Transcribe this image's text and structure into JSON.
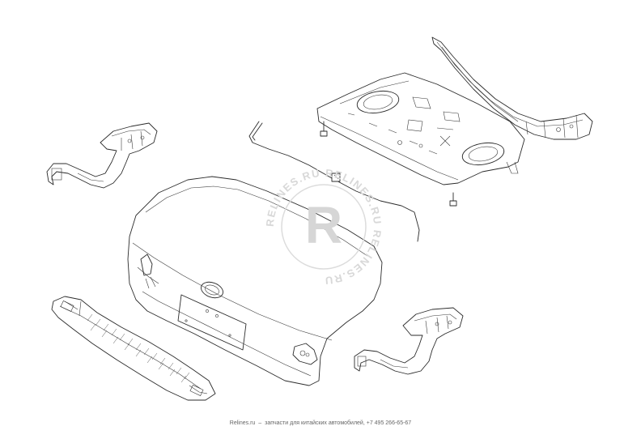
{
  "watermark": {
    "ring_text": "RELINES.RU  RELINES.RU  RELINES.RU  ",
    "letter": "R",
    "color": "#d8d8d8"
  },
  "footer": {
    "site": "Relines.ru",
    "separator": "–",
    "tagline": "запчасти для китайских автомобилей,",
    "phone": "+7 495 266-65-67"
  }
}
